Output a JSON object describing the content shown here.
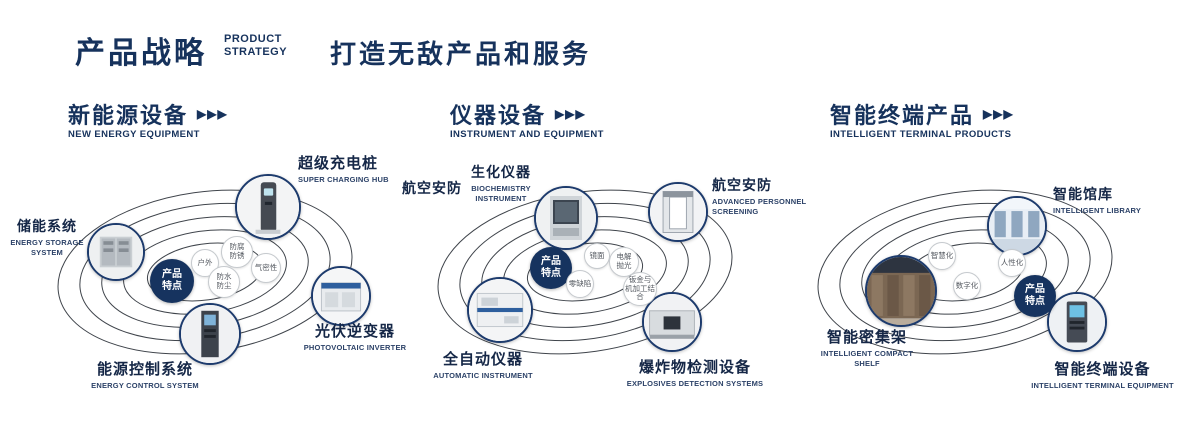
{
  "header": {
    "title": "产品战略",
    "subtitle": "PRODUCT\nSTRATEGY",
    "slogan": "打造无敌产品和服务"
  },
  "sections": [
    {
      "title": "新能源设备",
      "subtitle": "NEW ENERGY EQUIPMENT",
      "arrows": "▶▶▶",
      "badge": "产品\n特点",
      "features": [
        "户外",
        "防腐\n防锈",
        "气密性",
        "防水\n防尘"
      ],
      "products": [
        {
          "cn": "超级充电桩",
          "en": "SUPER CHARGING HUB"
        },
        {
          "cn": "储能系统",
          "en": "ENERGY STORAGE\nSYSTEM"
        },
        {
          "cn": "光伏逆变器",
          "en": "PHOTOVOLTAIC INVERTER"
        },
        {
          "cn": "能源控制系统",
          "en": "ENERGY CONTROL SYSTEM"
        }
      ]
    },
    {
      "title": "仪器设备",
      "subtitle": "INSTRUMENT AND EQUIPMENT",
      "arrows": "▶▶▶",
      "badge": "产品\n特点",
      "aviation_label": "航空安防",
      "features": [
        "镜面",
        "电解\n抛光",
        "零缺陷",
        "钣金与\n机加工结合"
      ],
      "products": [
        {
          "cn": "生化仪器",
          "en": "BIOCHEMISTRY INSTRUMENT"
        },
        {
          "cn": "航空安防",
          "en": "ADVANCED PERSONNEL\nSCREENING"
        },
        {
          "cn": "全自动仪器",
          "en": "AUTOMATIC INSTRUMENT"
        },
        {
          "cn": "爆炸物检测设备",
          "en": "EXPLOSIVES DETECTION SYSTEMS"
        }
      ]
    },
    {
      "title": "智能终端产品",
      "subtitle": "INTELLIGENT TERMINAL PRODUCTS",
      "arrows": "▶▶▶",
      "badge": "产品\n特点",
      "features": [
        "智慧化",
        "人性化",
        "数字化"
      ],
      "products": [
        {
          "cn": "智能馆库",
          "en": "INTELLIGENT LIBRARY"
        },
        {
          "cn": "智能密集架",
          "en": "INTELLIGENT COMPACT\nSHELF"
        },
        {
          "cn": "智能终端设备",
          "en": "INTELLIGENT TERMINAL EQUIPMENT"
        }
      ]
    }
  ],
  "colors": {
    "navy": "#16325c",
    "badge_bg": "#16335f",
    "ring": "#3f444b"
  }
}
